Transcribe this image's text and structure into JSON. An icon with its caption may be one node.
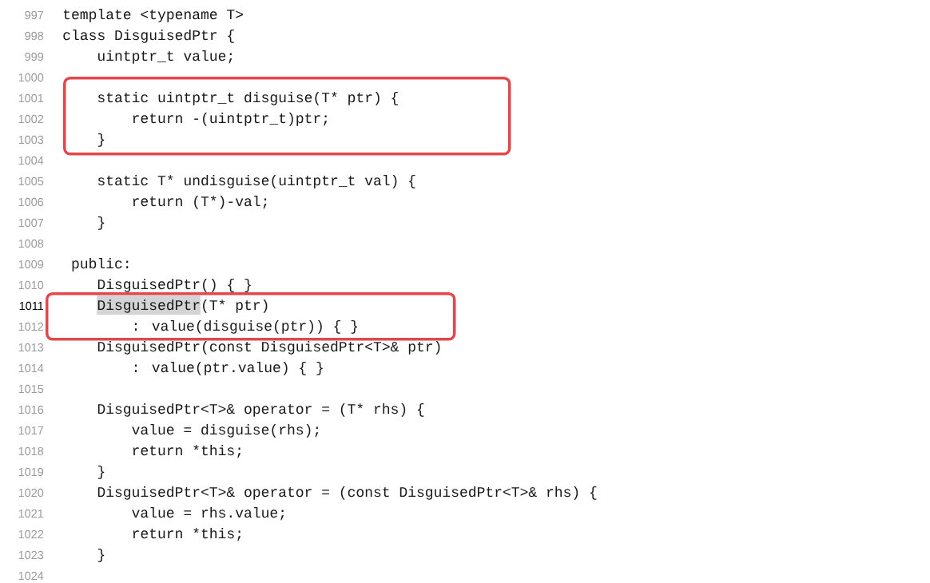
{
  "diagram": {
    "nodes": [
      {
        "text": [
          "static uintptr_t disguise(T* ptr) {",
          "return -(uintptr_t)ptr;",
          "}"
        ]
      },
      {
        "text": [
          "DisguisedPtr(T* ptr)",
          ": value(disguise(ptr)) { }"
        ]
      }
    ],
    "labels": [
      "997",
      "template <typename T>",
      "998",
      "class DisguisedPtr {",
      "999",
      "uintptr_t value;",
      "1000",
      "1001",
      "1002",
      "1003",
      "1004",
      "1005",
      "static T* undisguise(uintptr_t val) {",
      "1006",
      "return (T*)-val;",
      "1007",
      "}",
      "1008",
      "1009",
      "public:",
      "1010",
      "DisguisedPtr() { }",
      "1011",
      "1012",
      "1013",
      "DisguisedPtr(const DisguisedPtr<T>& ptr)",
      "1014",
      ": value(ptr.value) { }",
      "1015",
      "1016",
      "DisguisedPtr<T>& operator = (T* rhs) {",
      "1017",
      "value = disguise(rhs);",
      "1018",
      "return *this;",
      "1019",
      "}",
      "1020",
      "DisguisedPtr<T>& operator = (const DisguisedPtr<T>& rhs) {",
      "1021",
      "value = rhs.value;",
      "1022",
      "return *this;",
      "1023",
      "}",
      "1024"
    ]
  }
}
